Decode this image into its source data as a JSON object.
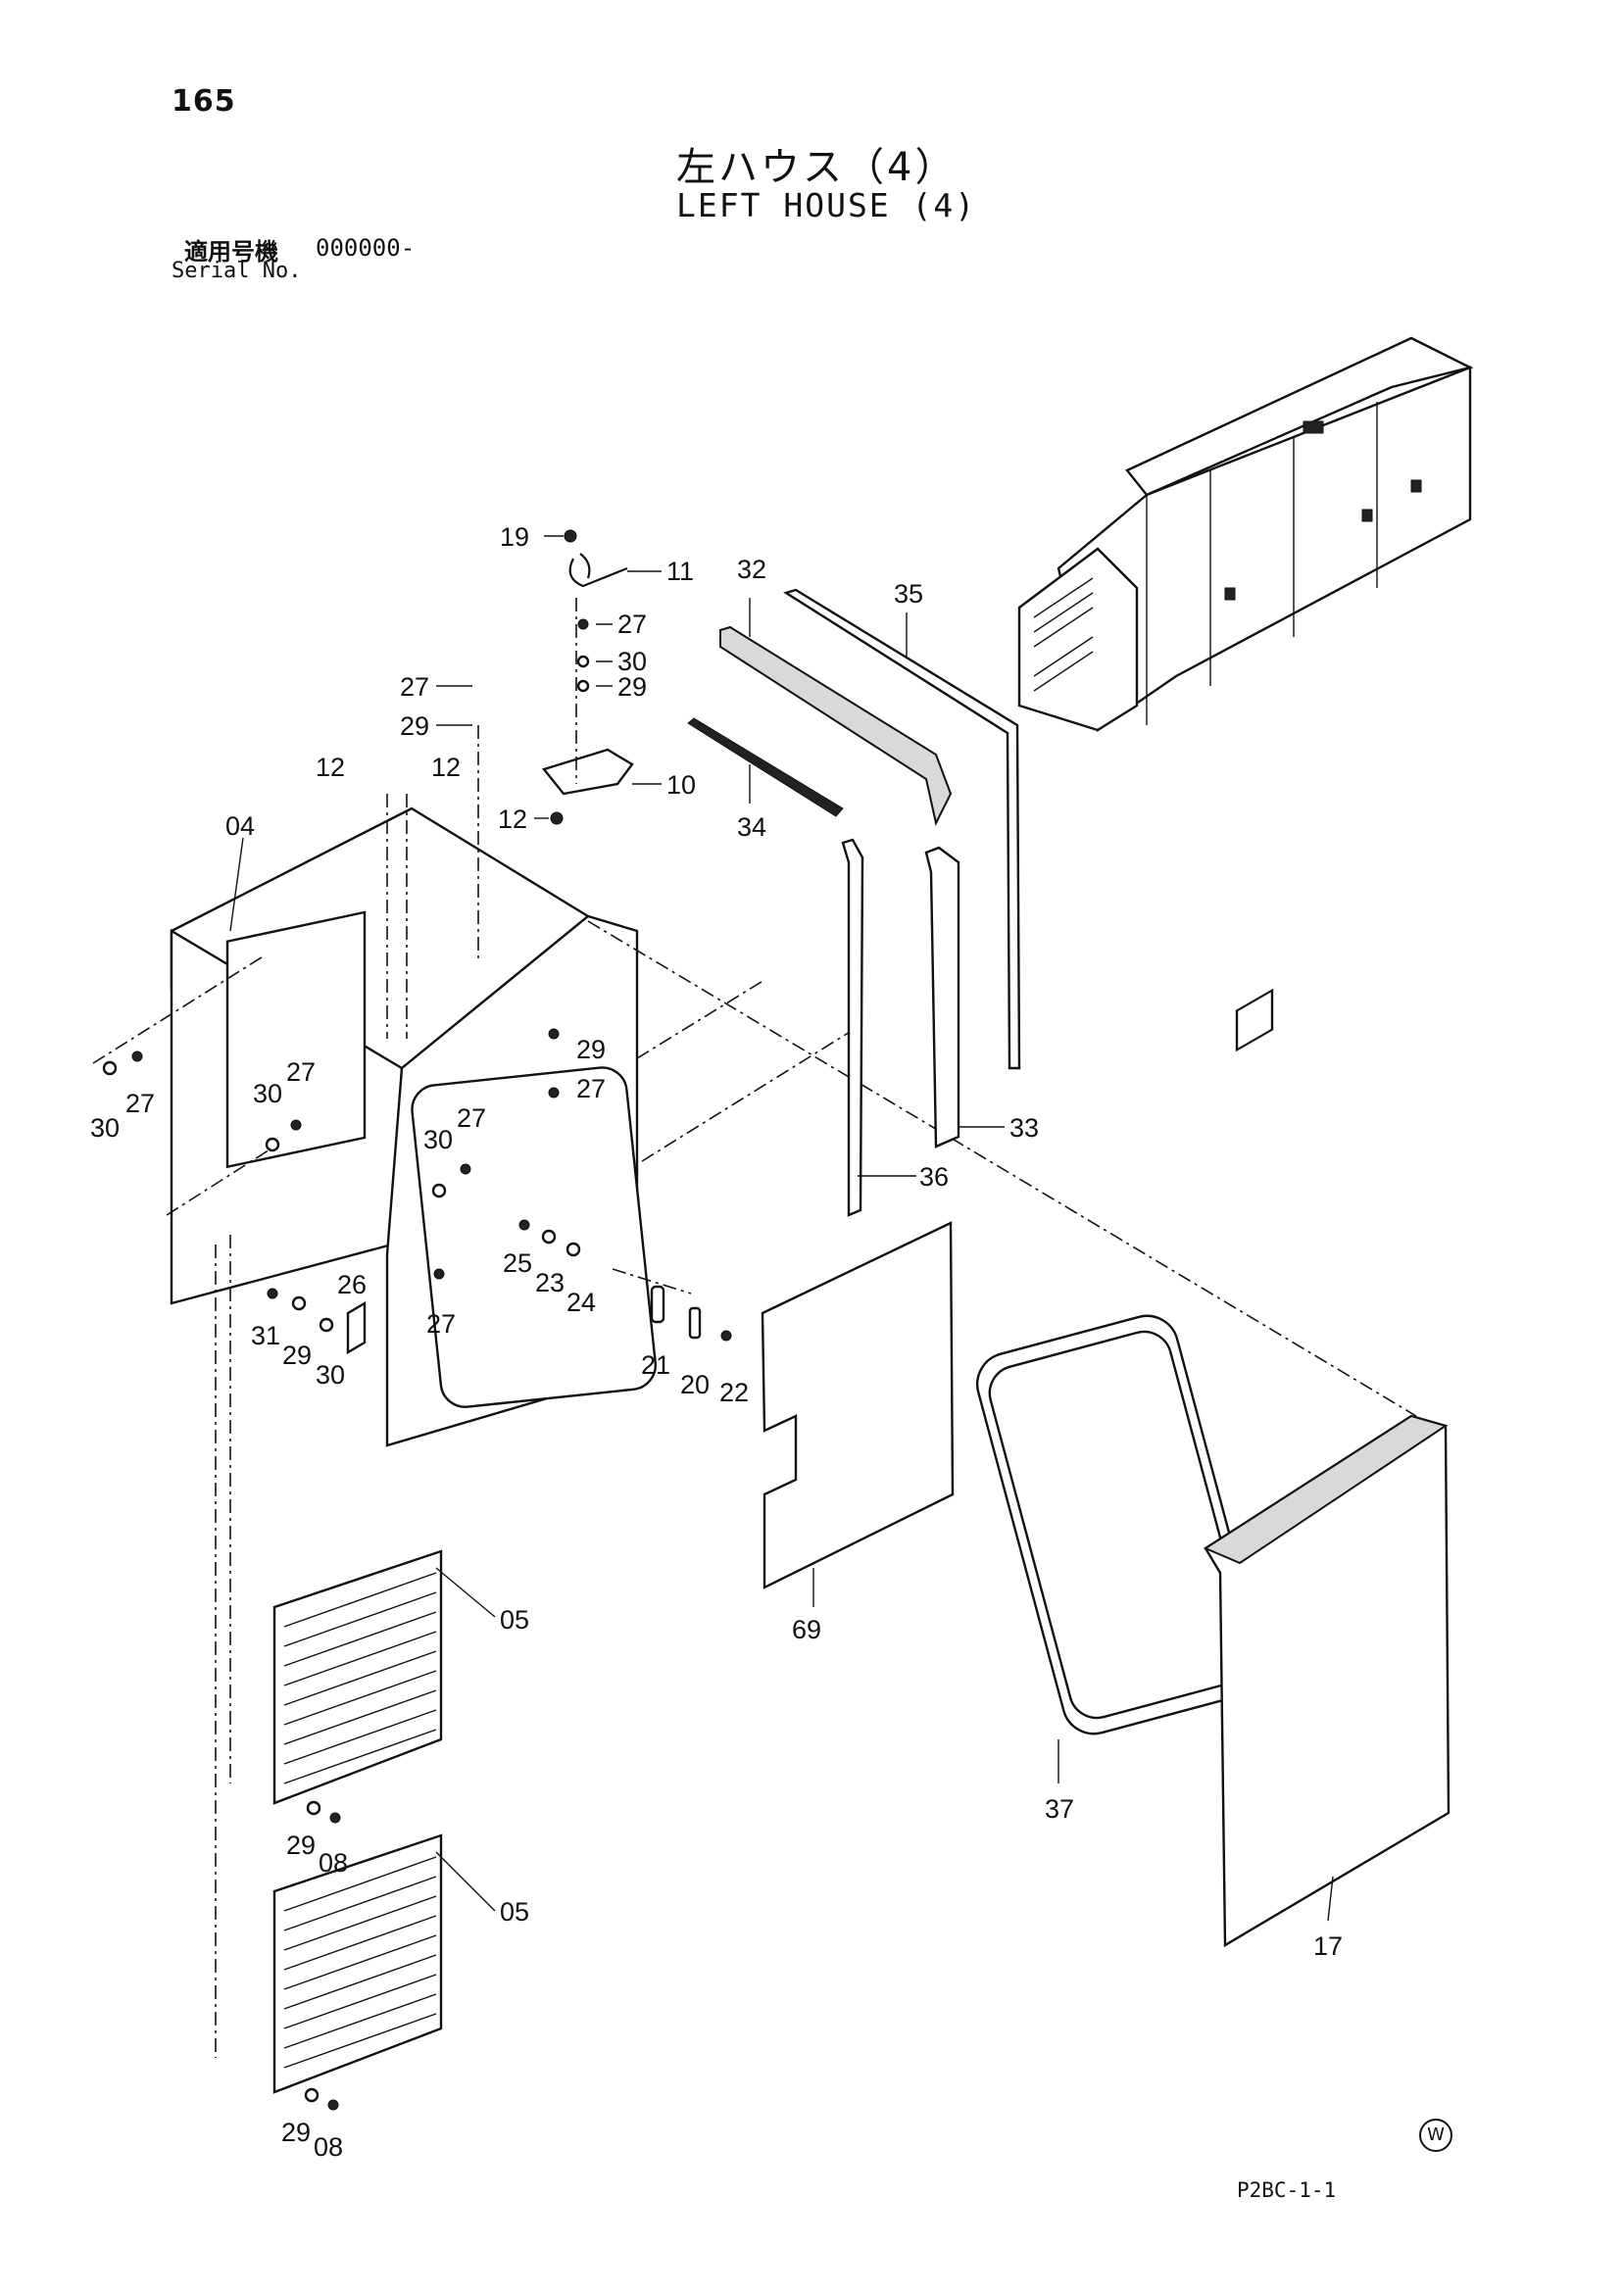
{
  "header": {
    "page_number": "165",
    "title_jp": "左ハウス（4）",
    "title_en": "LEFT HOUSE (4)",
    "serial_label_jp": "適用号機",
    "serial_value": "000000-",
    "serial_label_en": "Serial No."
  },
  "footer": {
    "figure_code": "P2BC-1-1",
    "mark": "W"
  },
  "callouts": {
    "p19": "19",
    "p11": "11",
    "p27a": "27",
    "p30a": "30",
    "p29a": "29",
    "p27b": "27",
    "p29b": "29",
    "p12a": "12",
    "p12b": "12",
    "p10": "10",
    "p12c": "12",
    "p04": "04",
    "p32": "32",
    "p35": "35",
    "p34": "34",
    "p33": "33",
    "p36": "36",
    "p30c": "30",
    "p27c": "27",
    "p30d": "30",
    "p27d": "27",
    "p29c": "29",
    "p27e": "27",
    "p30e": "30",
    "p27f": "27",
    "p25": "25",
    "p23": "23",
    "p24": "24",
    "p26": "26",
    "p27g": "27",
    "p31": "31",
    "p29d": "29",
    "p30f": "30",
    "p21": "21",
    "p20": "20",
    "p22": "22",
    "p69": "69",
    "p37": "37",
    "p17": "17",
    "p05a": "05",
    "p29e": "29",
    "p08a": "08",
    "p05b": "05",
    "p29f": "29",
    "p08b": "08"
  }
}
